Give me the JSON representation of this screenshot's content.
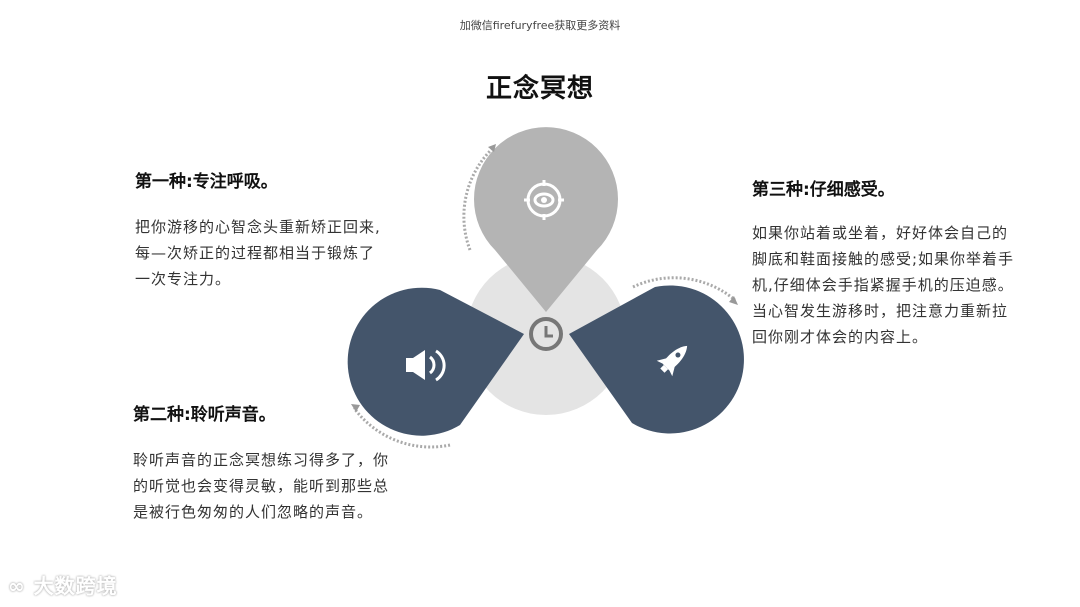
{
  "watermark_top": "加微信firefuryfree获取更多资料",
  "title": "正念冥想",
  "methods": [
    {
      "heading": "第一种:专注呼吸。",
      "body_lines": [
        "把你游移的心智念头重新矫正回来,",
        "每—次矫正的过程都相当于锻炼了",
        "一次专注力。"
      ],
      "icon": "target-eye-icon",
      "color": "#b4b4b4"
    },
    {
      "heading": "第二种:聆听声音。",
      "body_lines": [
        "聆听声音的正念冥想练习得多了，你",
        "的听觉也会变得灵敏，能听到那些总",
        "是被行色匆匆的人们忽略的声音。"
      ],
      "icon": "speaker-icon",
      "color": "#44556b"
    },
    {
      "heading": "第三种:仔细感受。",
      "body_lines": [
        "如果你站着或坐着，好好体会自己的",
        "脚底和鞋面接触的感受;如果你举着手",
        "机,仔细体会手指紧握手机的压迫感。",
        "当心智发生游移时，把注意力重新拉",
        "回你刚才体会的内容上。"
      ],
      "icon": "rocket-icon",
      "color": "#44556b"
    }
  ],
  "center": {
    "icon": "clock-icon",
    "background": "#e4e4e4",
    "stroke": "#777777"
  },
  "logo": "∞ 大数跨境"
}
